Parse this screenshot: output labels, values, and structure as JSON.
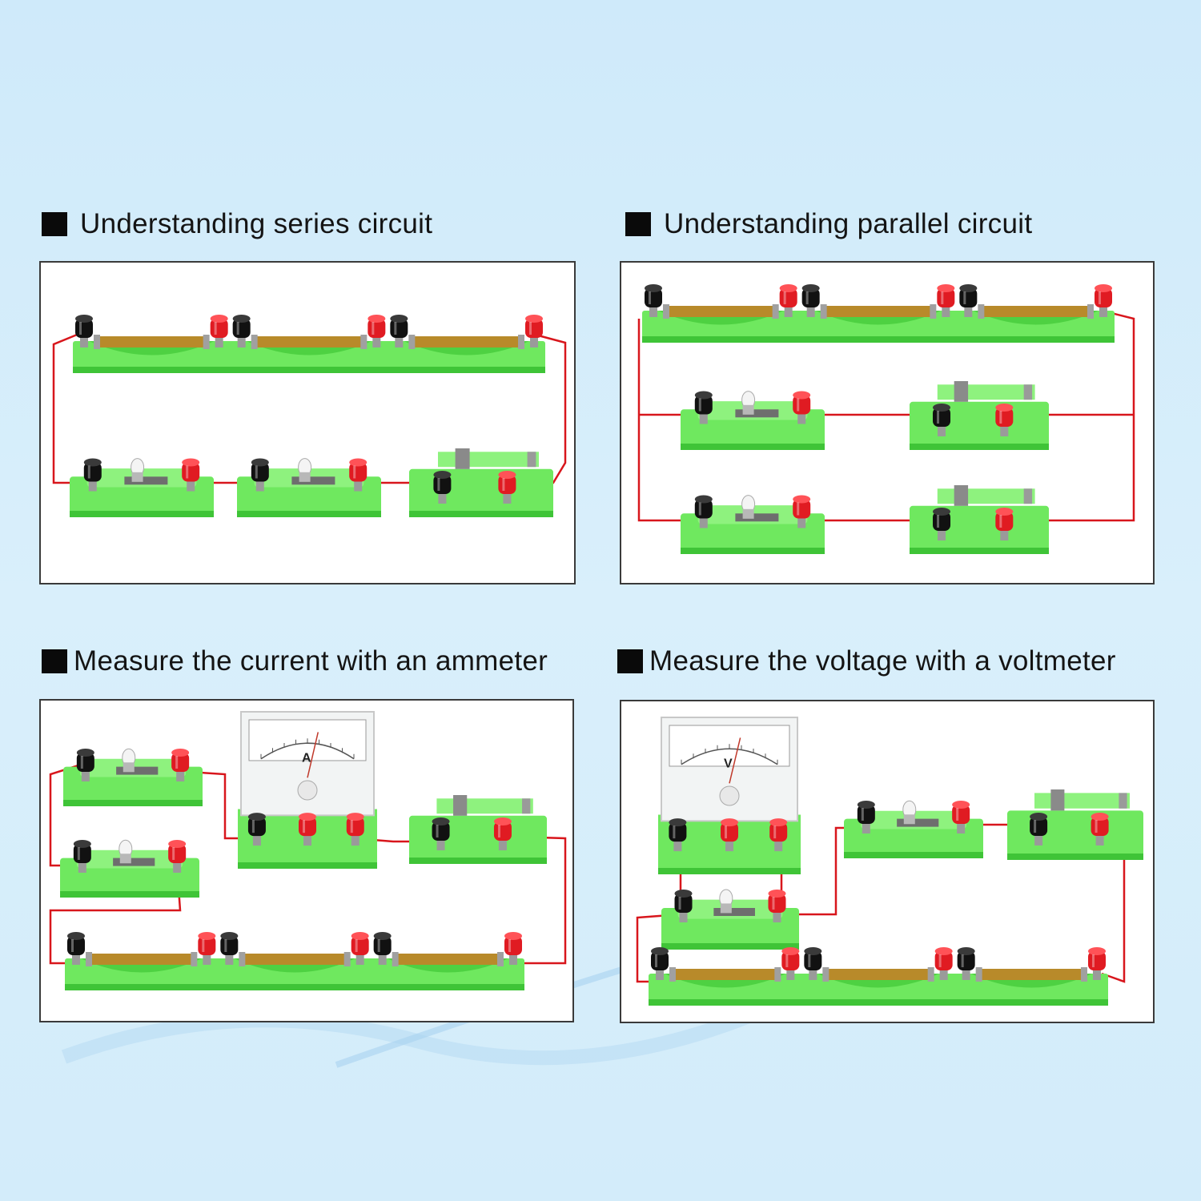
{
  "colors": {
    "background": "#d3ecfa",
    "board_green": "#6fe85f",
    "board_green_dark": "#3fc437",
    "terminal_red": "#e01b22",
    "terminal_black": "#111111",
    "wire_red": "#d8161c",
    "battery_gold": "#b88a2a"
  },
  "panels": [
    {
      "title": "Understanding series circuit",
      "components": [
        "battery-holder",
        "battery-holder",
        "battery-holder",
        "bulb-holder",
        "bulb-holder",
        "switch"
      ]
    },
    {
      "title": "Understanding parallel circuit",
      "components": [
        "battery-holder",
        "battery-holder",
        "battery-holder",
        "bulb-holder",
        "switch",
        "bulb-holder",
        "switch"
      ]
    },
    {
      "title": "Measure the current with an ammeter",
      "components": [
        "bulb-holder",
        "bulb-holder",
        "ammeter",
        "switch",
        "battery-holder",
        "battery-holder",
        "battery-holder"
      ],
      "meter_letter": "A"
    },
    {
      "title": "Measure the voltage with a voltmeter",
      "components": [
        "voltmeter",
        "bulb-holder",
        "switch",
        "bulb-holder",
        "battery-holder",
        "battery-holder",
        "battery-holder"
      ],
      "meter_letter": "V"
    }
  ]
}
